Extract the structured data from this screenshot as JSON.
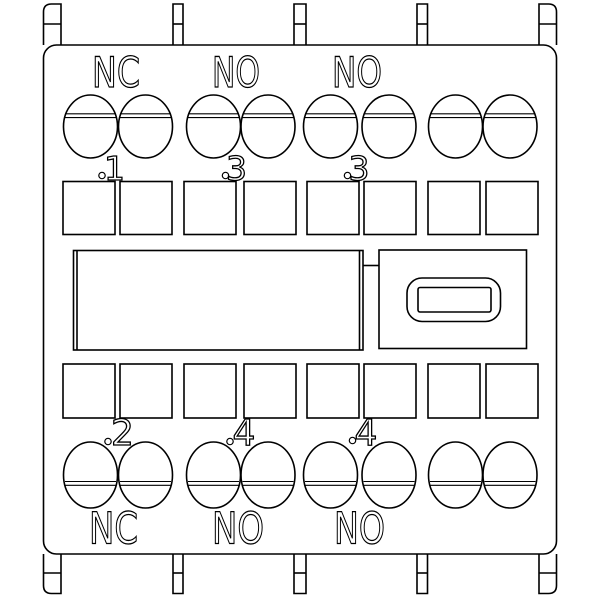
{
  "colors": {
    "line": "#000000",
    "background": "#ffffff"
  },
  "contact_block": {
    "top": {
      "labels": [
        "NC",
        "NO",
        "NO"
      ],
      "terminal_digits": [
        "1",
        "3",
        "3"
      ]
    },
    "bottom": {
      "labels": [
        "NC",
        "NO",
        "NO"
      ],
      "terminal_digits": [
        "2",
        "4",
        "4"
      ]
    }
  }
}
